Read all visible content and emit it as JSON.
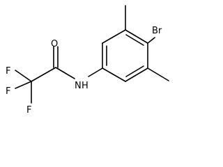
{
  "molecule": {
    "atoms": {
      "br": "Br",
      "o": "O",
      "n": "N",
      "h": "H",
      "f1": "F",
      "f2": "F",
      "f3": "F"
    }
  }
}
